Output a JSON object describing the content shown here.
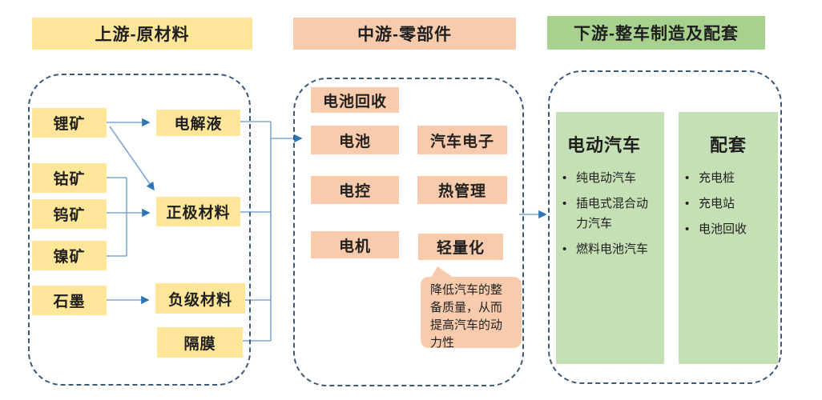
{
  "headers": {
    "upstream": "上游-原材料",
    "midstream": "中游-零部件",
    "downstream": "下游-整车制造及配套"
  },
  "upstream": {
    "raw_materials": [
      "锂矿",
      "钴矿",
      "钨矿",
      "镍矿",
      "石墨"
    ],
    "processed_materials": [
      "电解液",
      "正极材料",
      "负级材料",
      "隔膜"
    ]
  },
  "midstream": {
    "components": [
      "电池回收",
      "电池",
      "汽车电子",
      "电控",
      "热管理",
      "电机",
      "轻量化"
    ],
    "callout": "降低汽车的整备质量，从而提高汽车的动力性"
  },
  "downstream": {
    "ev": {
      "title": "电动汽车",
      "items": [
        "纯电动汽车",
        "插电式混合动力汽车",
        "燃料电池汽车"
      ]
    },
    "supporting": {
      "title": "配套",
      "items": [
        "充电桩",
        "充电站",
        "电池回收"
      ]
    }
  },
  "bullet_glyph": "•",
  "colors": {
    "upstream_box": "#FFE699",
    "midstream_box": "#F8CBAD",
    "downstream_header": "#A9D18E",
    "downstream_panel": "#C5E0B4",
    "dashed_border": "#3C5A78",
    "connector_line": "#7FA6D4",
    "arrow_head": "#2E75B6",
    "text": "#1F1F1F"
  }
}
